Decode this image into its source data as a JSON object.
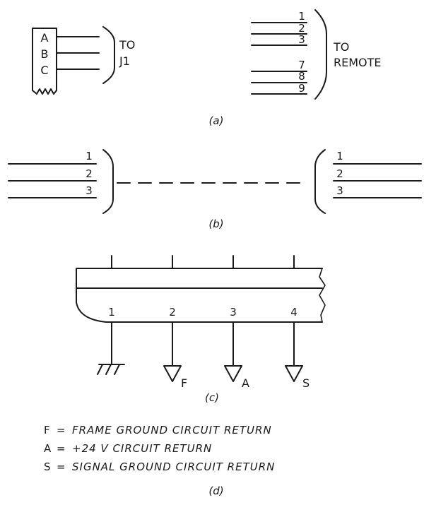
{
  "panel_a": {
    "plug_pins": [
      "A",
      "B",
      "C"
    ],
    "to_j1_line1": "TO",
    "to_j1_line2": "J1",
    "remote_wires_top": [
      "1",
      "2",
      "3"
    ],
    "remote_wires_bottom": [
      "7",
      "8",
      "9"
    ],
    "to_remote_line1": "TO",
    "to_remote_line2": "REMOTE",
    "caption": "(a)"
  },
  "panel_b": {
    "left_wires": [
      "1",
      "2",
      "3"
    ],
    "right_wires": [
      "1",
      "2",
      "3"
    ],
    "caption": "(b)"
  },
  "panel_c": {
    "terminals": [
      "1",
      "2",
      "3",
      "4"
    ],
    "ground_labels": [
      "F",
      "A",
      "S"
    ],
    "caption": "(c)"
  },
  "panel_d": {
    "legend": [
      {
        "key": "F",
        "eq": "=",
        "text": "FRAME GROUND CIRCUIT RETURN"
      },
      {
        "key": "A",
        "eq": "=",
        "text": "+24 V CIRCUIT RETURN"
      },
      {
        "key": "S",
        "eq": "=",
        "text": "SIGNAL GROUND CIRCUIT RETURN"
      }
    ],
    "caption": "(d)"
  }
}
